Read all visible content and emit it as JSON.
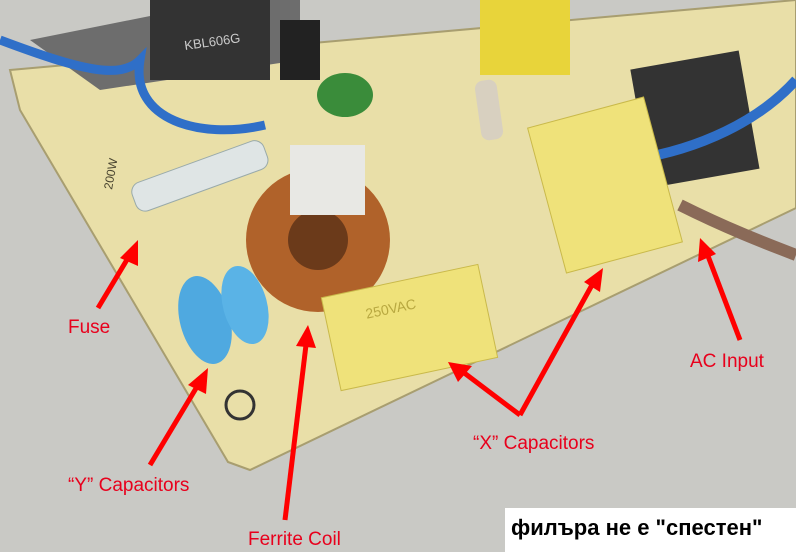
{
  "labels": {
    "fuse": "Fuse",
    "ac_input": "AC Input",
    "x_capacitors": "“X” Capacitors",
    "y_capacitors": "“Y” Capacitors",
    "ferrite_coil": "Ferrite Coil"
  },
  "board_markings": {
    "bridge": "KBL606G",
    "x_cap_rating": "250VAC",
    "fuse_rating": "200W"
  },
  "caption": "филъра не е \"спестен\"",
  "colors": {
    "arrow": "#ff0000",
    "label": "#e8001c",
    "pcb": "#e9dfa8"
  }
}
